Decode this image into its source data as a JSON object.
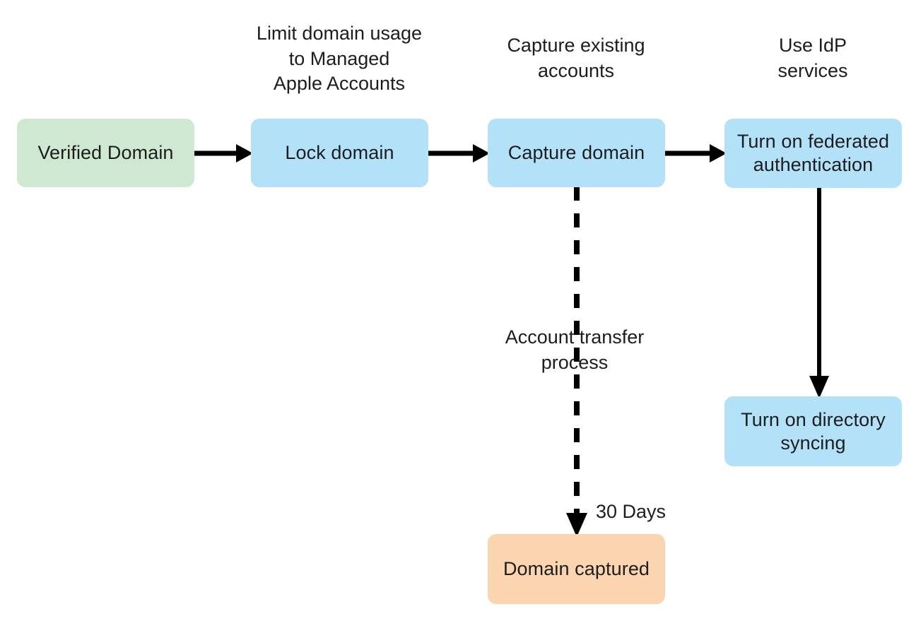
{
  "diagram": {
    "title": "Domain capture and federated authentication flow",
    "palette": {
      "green_node": "#cfe8d2",
      "blue_node": "#b3e2f8",
      "orange_node": "#fad5b0",
      "connector": "#000000",
      "text": "#1d1d1f",
      "background": "#ffffff"
    },
    "nodes": [
      {
        "id": "verified-domain",
        "label": "Verified Domain",
        "color": "#cfe8d2"
      },
      {
        "id": "lock-domain",
        "label": "Lock domain",
        "color": "#b3e2f8"
      },
      {
        "id": "capture-domain",
        "label": "Capture domain",
        "color": "#b3e2f8"
      },
      {
        "id": "federated-auth",
        "label": "Turn on federated\nauthentication",
        "color": "#b3e2f8"
      },
      {
        "id": "directory-syncing",
        "label": "Turn on directory\nsyncing",
        "color": "#b3e2f8"
      },
      {
        "id": "domain-captured",
        "label": "Domain captured",
        "color": "#fad5b0"
      }
    ],
    "captions": {
      "lock_domain": "Limit domain usage\nto Managed\nApple Accounts",
      "capture_domain": "Capture existing\naccounts",
      "use_idp": "Use IdP\nservices",
      "account_transfer": "Account transfer\nprocess",
      "thirty_days": "30 Days"
    },
    "connectors": [
      {
        "id": "verified-to-lock",
        "from": "verified-domain",
        "to": "lock-domain",
        "style": "solid",
        "direction": "right"
      },
      {
        "id": "lock-to-capture",
        "from": "lock-domain",
        "to": "capture-domain",
        "style": "solid",
        "direction": "right"
      },
      {
        "id": "capture-to-fed",
        "from": "capture-domain",
        "to": "federated-auth",
        "style": "solid",
        "direction": "right"
      },
      {
        "id": "fed-to-dirsync",
        "from": "federated-auth",
        "to": "directory-syncing",
        "style": "solid",
        "direction": "down"
      },
      {
        "id": "capture-to-domcap",
        "from": "capture-domain",
        "to": "domain-captured",
        "style": "dashed",
        "direction": "down"
      }
    ]
  }
}
